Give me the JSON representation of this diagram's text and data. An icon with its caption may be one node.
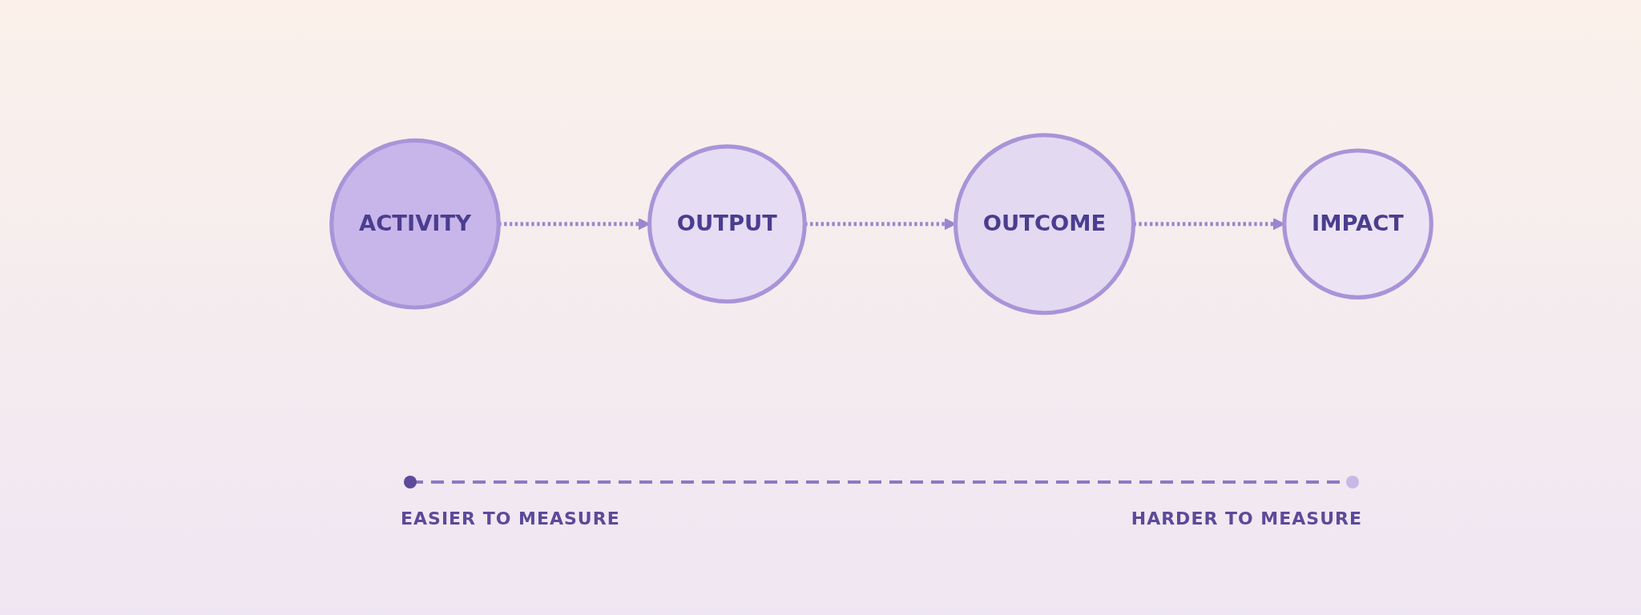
{
  "diagram": {
    "nodes": [
      {
        "text": [
          "ACTIVITY"
        ]
      },
      {
        "text": [
          "OUTPUT"
        ]
      },
      {
        "text": [
          "OUTCOME"
        ]
      },
      {
        "text": [
          "IMPACT"
        ]
      }
    ],
    "edges": [
      {
        "from": 0,
        "to": 1,
        "arrow": "to",
        "style": "dashed"
      },
      {
        "from": 1,
        "to": 2,
        "arrow": "to",
        "style": "dashed"
      },
      {
        "from": 2,
        "to": 3,
        "arrow": "to",
        "style": "dashed"
      }
    ],
    "labels": [
      "EASIER TO MEASURE",
      "HARDER TO MEASURE"
    ]
  }
}
